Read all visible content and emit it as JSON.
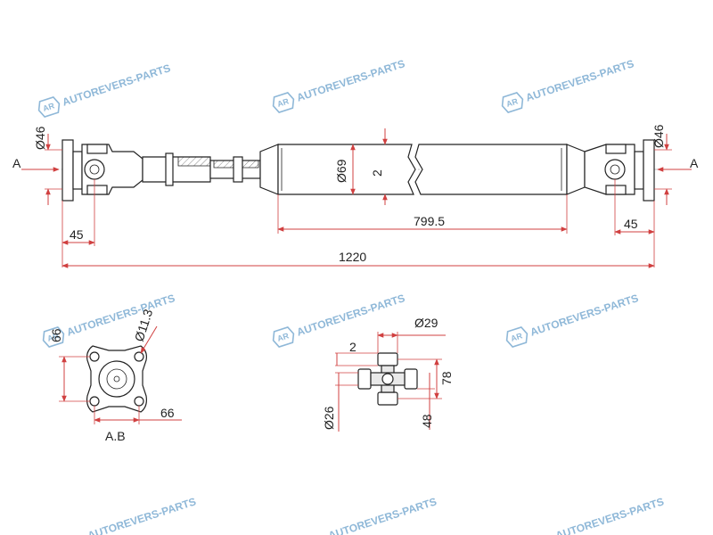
{
  "watermark": {
    "text": "AUTOREVERS-PARTS",
    "icon_letters": "AR",
    "color": "#8fb8d8"
  },
  "colors": {
    "dimension": "#d04040",
    "outline": "#222222"
  },
  "shaft": {
    "section_left": "A",
    "section_right": "A",
    "dia_left": "Ø46",
    "dia_right": "Ø46",
    "tube_dia": "Ø69",
    "wall": "2",
    "tube_length": "799.5",
    "flange_left": "45",
    "flange_right": "45",
    "overall_length": "1220"
  },
  "flange_view": {
    "height": "66",
    "hole_dia": "Ø11.3",
    "width": "66",
    "caption": "A.B"
  },
  "cross": {
    "cap_dia": "Ø29",
    "cap_offset": "2",
    "span_long": "78",
    "span_short": "48",
    "body_dia": "Ø26"
  }
}
